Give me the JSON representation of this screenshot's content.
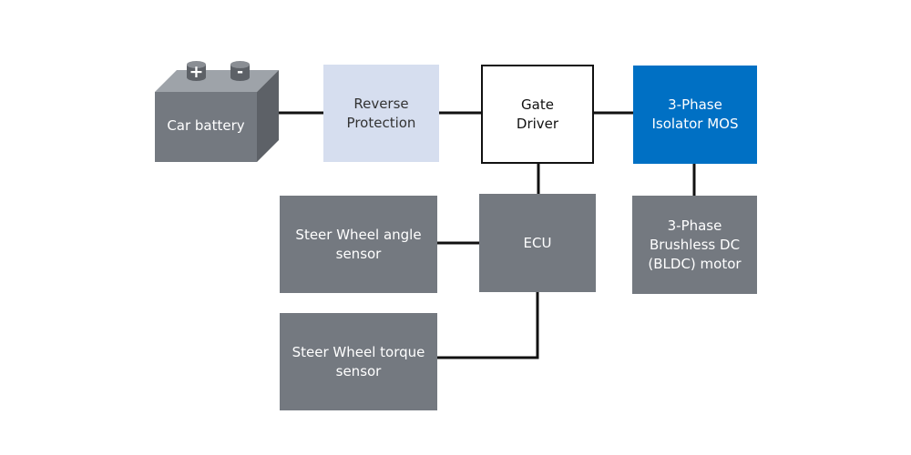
{
  "blocks": {
    "battery": "Car battery",
    "reverse_protection": "Reverse\nProtection",
    "gate_driver": "Gate\nDriver",
    "isolator": "3-Phase\nIsolator MOS",
    "ecu": "ECU",
    "angle_sensor": "Steer Wheel angle\nsensor",
    "torque_sensor": "Steer Wheel torque\nsensor",
    "motor": "3-Phase\nBrushless DC\n(BLDC) motor"
  },
  "battery_terminals": {
    "positive": "+",
    "negative": "-"
  },
  "colors": {
    "block_gray": "#747980",
    "reverse_protection": "#d6deef",
    "isolator_blue": "#0070c4",
    "connector": "#111111"
  }
}
